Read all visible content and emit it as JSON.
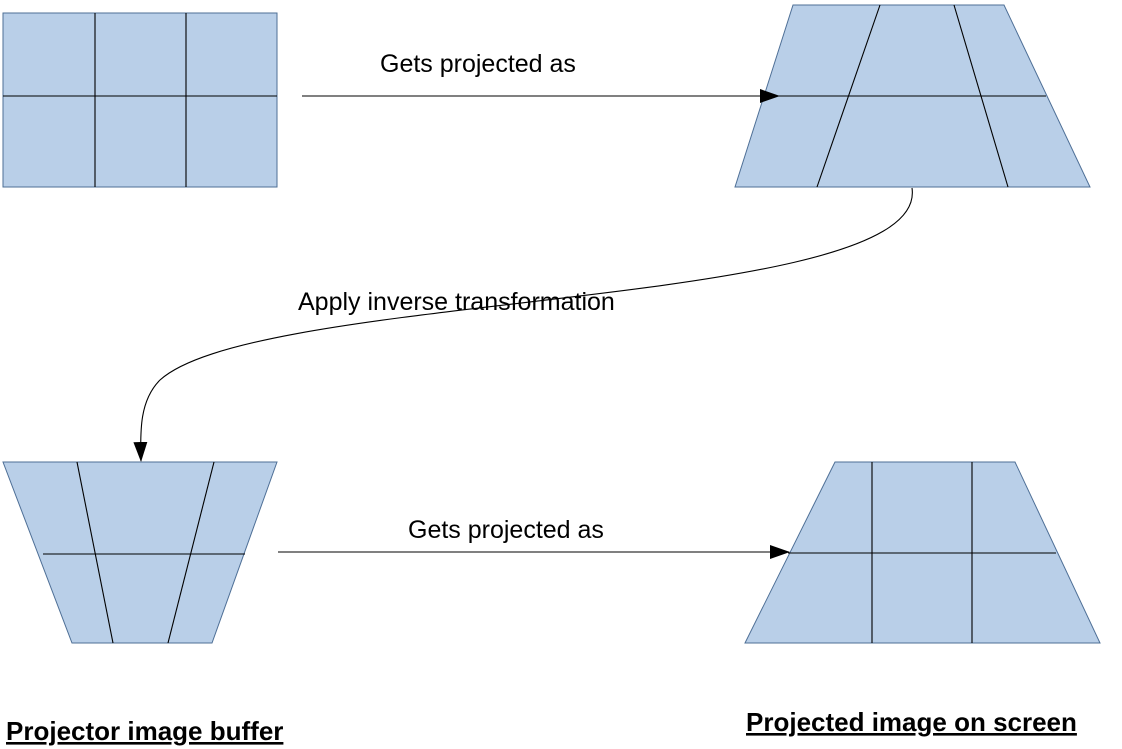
{
  "labels": {
    "top_arrow": "Gets projected as",
    "curve_arrow": "Apply inverse transformation",
    "bottom_arrow": "Gets projected as"
  },
  "captions": {
    "left": "Projector image buffer",
    "right": "Projected image on screen"
  },
  "colors": {
    "shape_fill": "#b9cfe8",
    "shape_border": "#4e6f96",
    "lines": "#000000"
  }
}
